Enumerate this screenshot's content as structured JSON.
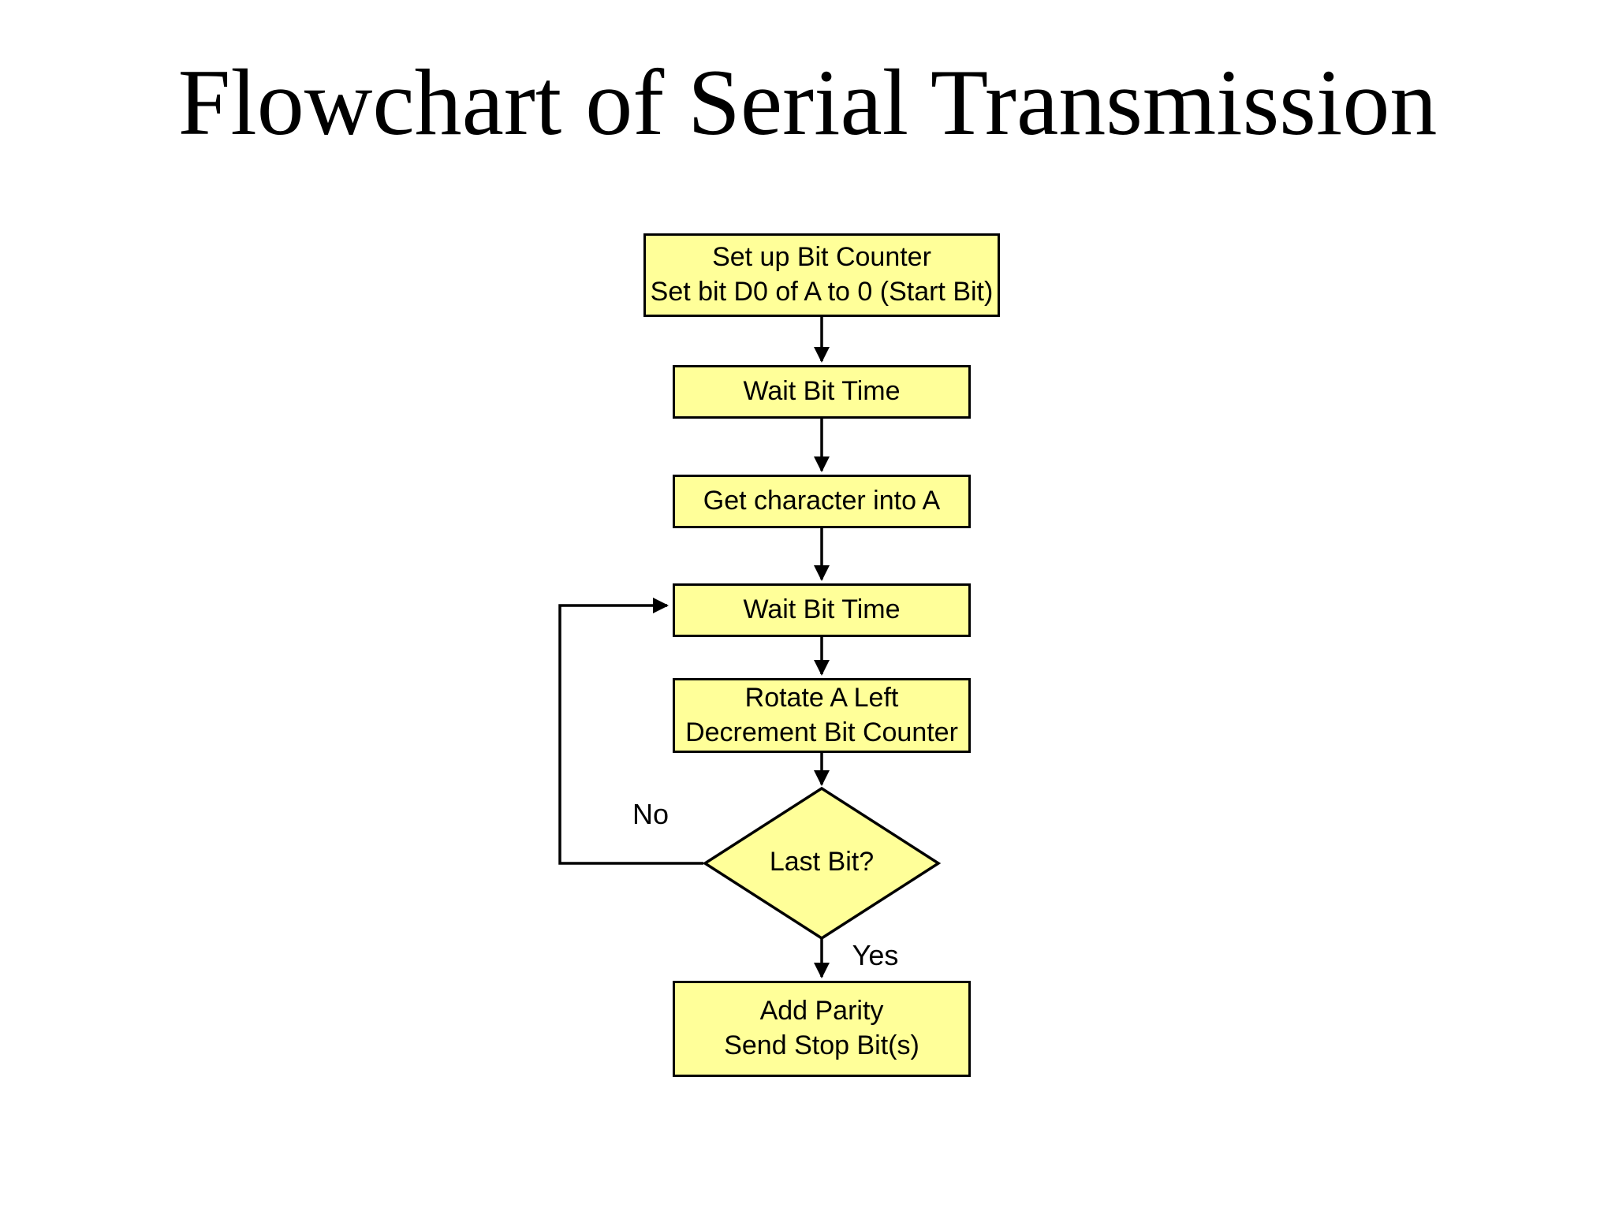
{
  "slide": {
    "title": "Flowchart of Serial Transmission"
  },
  "colors": {
    "background": "#ffffff",
    "node_fill": "#ffff99",
    "node_border": "#000000",
    "connector": "#000000",
    "text": "#000000"
  },
  "flowchart": {
    "nodes": [
      {
        "id": "setup",
        "shape": "rectangle",
        "lines": [
          "Set up Bit Counter",
          "Set bit D0 of A to 0 (Start Bit)"
        ]
      },
      {
        "id": "wait-bit-time-1",
        "shape": "rectangle",
        "lines": [
          "Wait Bit Time"
        ]
      },
      {
        "id": "get-character",
        "shape": "rectangle",
        "lines": [
          "Get character into A"
        ]
      },
      {
        "id": "wait-bit-time-2",
        "shape": "rectangle",
        "lines": [
          "Wait Bit Time"
        ]
      },
      {
        "id": "rotate-decrement",
        "shape": "rectangle",
        "lines": [
          "Rotate A Left",
          "Decrement Bit Counter"
        ]
      },
      {
        "id": "last-bit",
        "shape": "diamond",
        "lines": [
          "Last Bit?"
        ]
      },
      {
        "id": "add-parity",
        "shape": "rectangle",
        "lines": [
          "Add Parity",
          "Send Stop Bit(s)"
        ]
      }
    ],
    "edges": [
      {
        "from": "setup",
        "to": "wait-bit-time-1",
        "label": ""
      },
      {
        "from": "wait-bit-time-1",
        "to": "get-character",
        "label": ""
      },
      {
        "from": "get-character",
        "to": "wait-bit-time-2",
        "label": ""
      },
      {
        "from": "wait-bit-time-2",
        "to": "rotate-decrement",
        "label": ""
      },
      {
        "from": "rotate-decrement",
        "to": "last-bit",
        "label": ""
      },
      {
        "from": "last-bit",
        "to": "add-parity",
        "label": "Yes"
      },
      {
        "from": "last-bit",
        "to": "wait-bit-time-2",
        "label": "No"
      }
    ]
  }
}
